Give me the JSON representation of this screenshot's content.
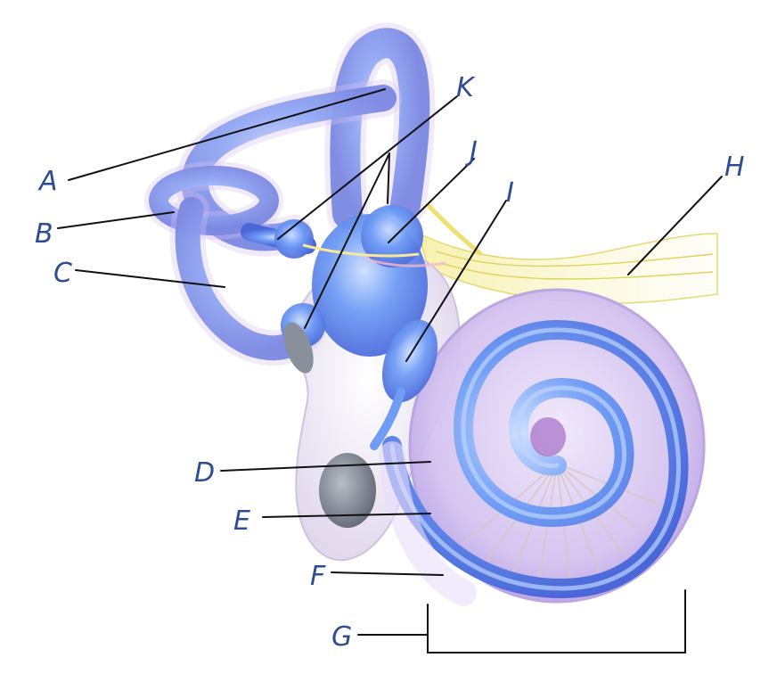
{
  "diagram": {
    "labels": {
      "A": "A",
      "B": "B",
      "C": "C",
      "D": "D",
      "E": "E",
      "F": "F",
      "G": "G",
      "H": "H",
      "I": "I",
      "J": "J",
      "K": "K"
    },
    "colors": {
      "canal_blue": "#5b8cf0",
      "canal_light": "#9cc0ff",
      "membrane_lilac": "#c9b3ec",
      "nerve_yellow": "#f3ec8c",
      "bone_white": "#e8e2ef",
      "window_gray": "#8a8f9c",
      "label_blue": "#2d4c93",
      "leader_black": "#111111"
    }
  }
}
